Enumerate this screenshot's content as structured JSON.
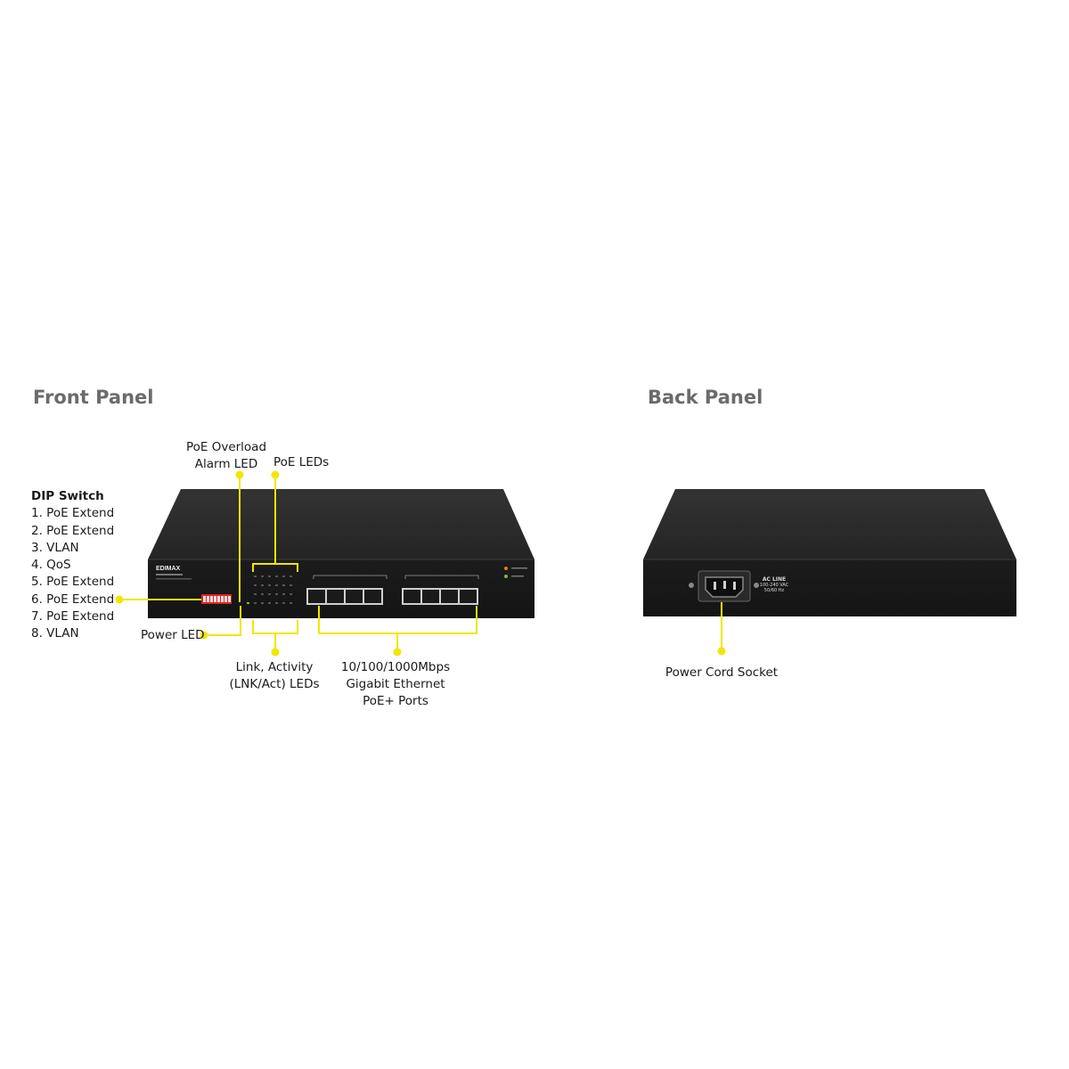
{
  "front_panel": {
    "title": "Front Panel",
    "dip_switch": {
      "heading": "DIP Switch",
      "items": [
        "1. PoE Extend",
        "2. PoE Extend",
        "3. VLAN",
        "4. QoS",
        "5. PoE Extend",
        "6. PoE Extend",
        "7. PoE Extend",
        "8. VLAN"
      ]
    },
    "device_logo": "EDIMAX",
    "callouts": {
      "poe_overload_line1": "PoE Overload",
      "poe_overload_line2": "Alarm LED",
      "poe_leds": "PoE LEDs",
      "power_led": "Power LED",
      "link_activity_line1": "Link, Activity",
      "link_activity_line2": "(LNK/Act) LEDs",
      "ports_line1": "10/100/1000Mbps",
      "ports_line2": "Gigabit Ethernet",
      "ports_line3": "PoE+ Ports"
    }
  },
  "back_panel": {
    "title": "Back Panel",
    "socket_label_line1": "AC LINE",
    "socket_label_line2": "100-240 VAC",
    "socket_label_line3": "50/60 Hz",
    "callouts": {
      "power_cord_socket": "Power Cord Socket"
    }
  },
  "colors": {
    "callout": "#f2e600",
    "device_body": "#1e1e1e",
    "device_top": "#2c2c2c",
    "title_gray": "#6b6b6b"
  }
}
